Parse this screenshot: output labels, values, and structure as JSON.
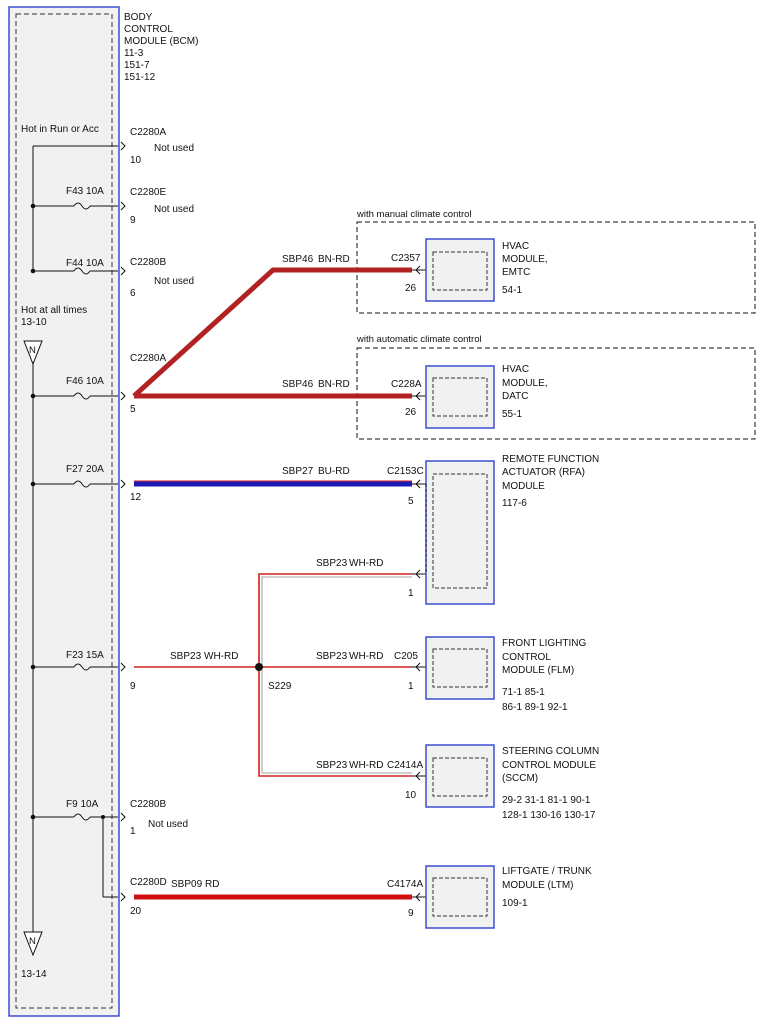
{
  "bcm": {
    "title_lines": [
      "BODY",
      "CONTROL",
      "MODULE (BCM)",
      "11-3",
      "151-7",
      "151-12"
    ],
    "hot_run": "Hot in Run or Acc",
    "hot_all": "Hot at all times",
    "ref_top": "13-10",
    "ref_bottom": "13-14",
    "ground_symbol": "N"
  },
  "fuses": {
    "f43": "F43  10A",
    "f44": "F44  10A",
    "f46": "F46  10A",
    "f27": "F27  20A",
    "f23": "F23  15A",
    "f9": "F9    10A"
  },
  "bcm_pins": {
    "p10": {
      "conn": "C2280A",
      "pin": "10",
      "note": "Not used"
    },
    "p9": {
      "conn": "C2280E",
      "pin": "9",
      "note": "Not used"
    },
    "p6": {
      "conn": "C2280B",
      "pin": "6",
      "note": "Not used"
    },
    "p5": {
      "conn": "C2280A",
      "pin": "5"
    },
    "p12": {
      "pin": "12"
    },
    "p9b": {
      "pin": "9"
    },
    "p1": {
      "conn": "C2280B",
      "pin": "1",
      "note": "Not used"
    },
    "p20": {
      "conn": "C2280D",
      "pin": "20"
    }
  },
  "wires": {
    "w_sbp46_top": {
      "circuit": "SBP46",
      "color": "BN-RD"
    },
    "w_sbp46_bot": {
      "circuit": "SBP46",
      "color": "BN-RD"
    },
    "w_sbp27": {
      "circuit": "SBP27",
      "color": "BU-RD"
    },
    "w_sbp23_rfa": {
      "circuit": "SBP23",
      "color": "WH-RD"
    },
    "w_sbp23_main": {
      "circuit": "SBP23",
      "color": "WH-RD"
    },
    "w_sbp23_flm": {
      "circuit": "SBP23",
      "color": "WH-RD"
    },
    "w_sbp23_sccm": {
      "circuit": "SBP23",
      "color": "WH-RD"
    },
    "w_sbp09": {
      "circuit": "SBP09",
      "color": "RD"
    }
  },
  "splice": "S229",
  "options": {
    "manual": "with manual climate control",
    "auto": "with automatic climate control"
  },
  "modules": {
    "hvac_emtc": {
      "conn": "C2357",
      "pin": "26",
      "lines": [
        "HVAC",
        "MODULE,",
        "EMTC",
        "54-1"
      ]
    },
    "hvac_datc": {
      "conn": "C228A",
      "pin": "26",
      "lines": [
        "HVAC",
        "MODULE,",
        "DATC",
        "55-1"
      ]
    },
    "rfa": {
      "conn": "C2153C",
      "pin1": "5",
      "pin2": "1",
      "lines": [
        "REMOTE FUNCTION",
        "ACTUATOR (RFA)",
        "MODULE",
        "117-6"
      ]
    },
    "flm": {
      "conn": "C205",
      "pin": "1",
      "lines": [
        "FRONT LIGHTING",
        "CONTROL",
        "MODULE (FLM)",
        "71-1   85-1",
        "86-1   89-1   92-1"
      ]
    },
    "sccm": {
      "conn": "C2414A",
      "pin": "10",
      "lines": [
        "STEERING COLUMN",
        "CONTROL MODULE",
        "(SCCM)",
        "29-2   31-1   81-1   90-1",
        "128-1  130-16  130-17"
      ]
    },
    "ltm": {
      "conn": "C4174A",
      "pin": "9",
      "lines": [
        "LIFTGATE / TRUNK",
        "MODULE (LTM)",
        "109-1"
      ]
    }
  },
  "colors": {
    "brown_red": "#b22222",
    "blue_red": "#1a1ab4",
    "white_red": "#d42020",
    "red": "#d01010",
    "border": "#3a4fd0"
  }
}
